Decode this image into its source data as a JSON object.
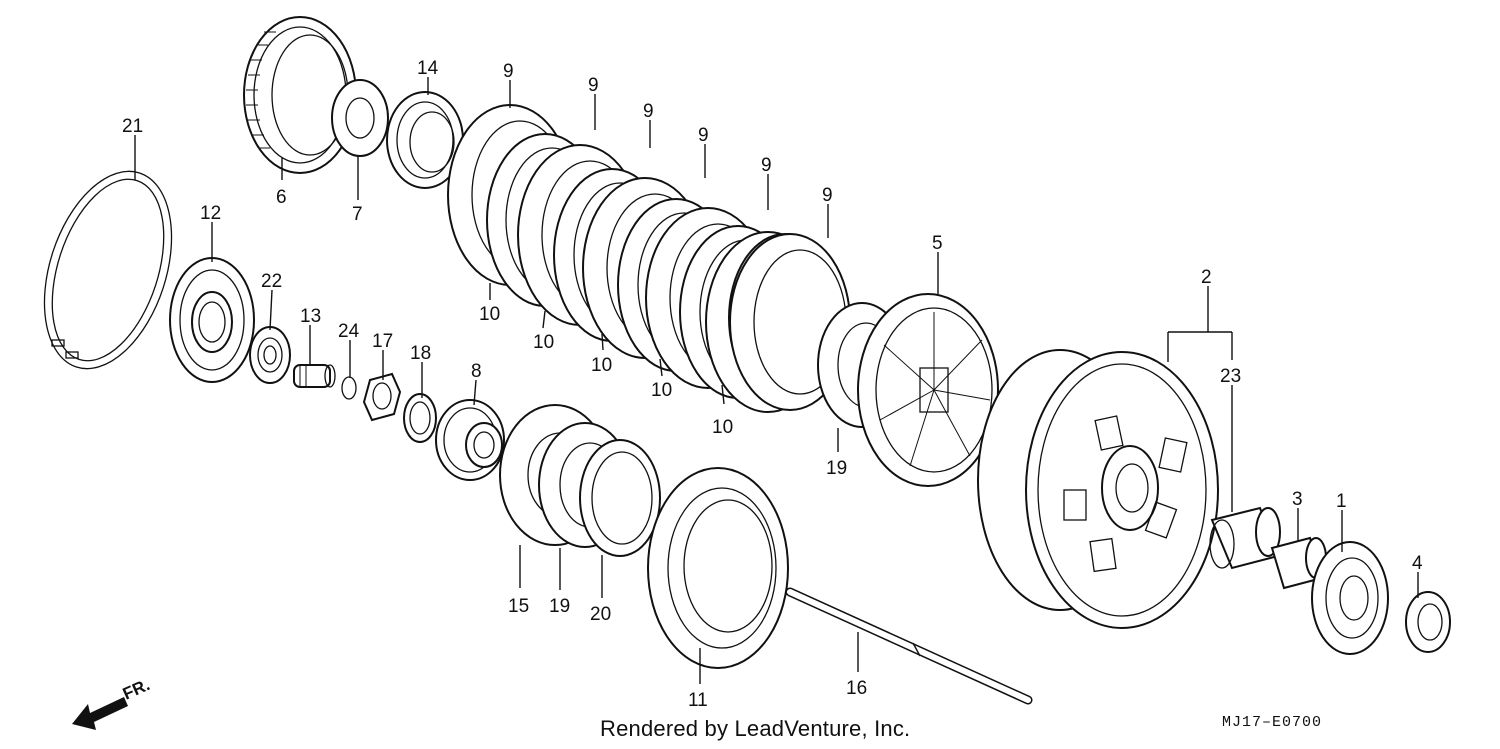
{
  "diagram": {
    "callouts": [
      {
        "id": "21",
        "label": "21"
      },
      {
        "id": "12",
        "label": "12"
      },
      {
        "id": "22",
        "label": "22"
      },
      {
        "id": "13",
        "label": "13"
      },
      {
        "id": "24",
        "label": "24"
      },
      {
        "id": "17",
        "label": "17"
      },
      {
        "id": "18",
        "label": "18"
      },
      {
        "id": "8",
        "label": "8"
      },
      {
        "id": "6",
        "label": "6"
      },
      {
        "id": "7",
        "label": "7"
      },
      {
        "id": "14",
        "label": "14"
      },
      {
        "id": "9a",
        "label": "9"
      },
      {
        "id": "9b",
        "label": "9"
      },
      {
        "id": "9c",
        "label": "9"
      },
      {
        "id": "9d",
        "label": "9"
      },
      {
        "id": "9e",
        "label": "9"
      },
      {
        "id": "9f",
        "label": "9"
      },
      {
        "id": "10a",
        "label": "10"
      },
      {
        "id": "10b",
        "label": "10"
      },
      {
        "id": "10c",
        "label": "10"
      },
      {
        "id": "10d",
        "label": "10"
      },
      {
        "id": "10e",
        "label": "10"
      },
      {
        "id": "5",
        "label": "5"
      },
      {
        "id": "19a",
        "label": "19"
      },
      {
        "id": "2",
        "label": "2"
      },
      {
        "id": "23",
        "label": "23"
      },
      {
        "id": "3",
        "label": "3"
      },
      {
        "id": "1",
        "label": "1"
      },
      {
        "id": "4",
        "label": "4"
      },
      {
        "id": "15",
        "label": "15"
      },
      {
        "id": "19b",
        "label": "19"
      },
      {
        "id": "20",
        "label": "20"
      },
      {
        "id": "11",
        "label": "11"
      },
      {
        "id": "16",
        "label": "16"
      }
    ],
    "direction_label": "FR.",
    "footer_text": "Rendered by LeadVenture, Inc.",
    "diagram_code": "MJ17–E0700"
  }
}
